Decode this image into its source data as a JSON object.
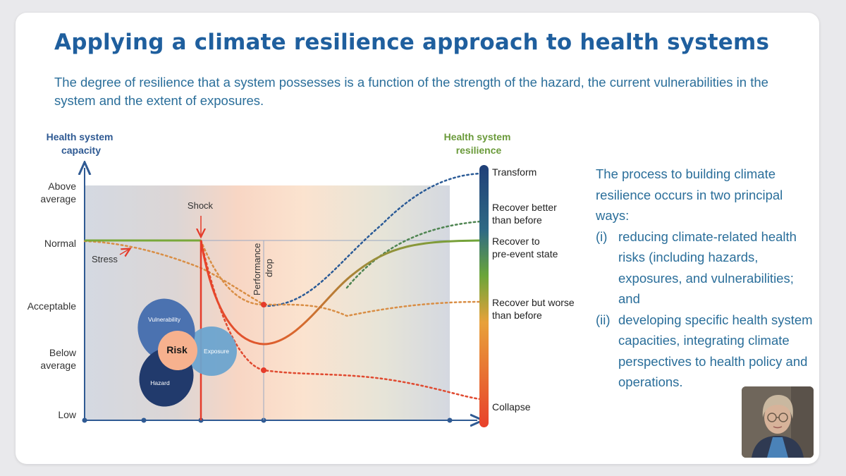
{
  "slide": {
    "title": "Applying a climate resilience approach to health systems",
    "subtitle": "The degree of resilience that a system possesses is a function of the strength of the hazard, the current vulnerabilities in the system and the extent of exposures."
  },
  "diagram": {
    "y_axis_title_line1": "Health system",
    "y_axis_title_line2": "capacity",
    "y_levels": [
      {
        "line1": "Above",
        "line2": "average"
      },
      {
        "line1": "Normal",
        "line2": ""
      },
      {
        "line1": "Acceptable",
        "line2": ""
      },
      {
        "line1": "Below",
        "line2": "average"
      },
      {
        "line1": "Low",
        "line2": ""
      }
    ],
    "resilience_title_line1": "Health system",
    "resilience_title_line2": "resilience",
    "outcomes": [
      {
        "line1": "Transform",
        "line2": ""
      },
      {
        "line1": "Recover better",
        "line2": "than before"
      },
      {
        "line1": "Recover to",
        "line2": "pre-event state"
      },
      {
        "line1": "Recover but worse",
        "line2": "than before"
      },
      {
        "line1": "Collapse",
        "line2": ""
      }
    ],
    "annotations": {
      "shock": "Shock",
      "stress": "Stress",
      "performance_drop_line1": "Performance",
      "performance_drop_line2": "drop"
    },
    "risk_venn": {
      "vulnerability": "Vulnerability",
      "exposure": "Exposure",
      "hazard": "Hazard",
      "risk": "Risk"
    },
    "colors": {
      "axis": "#2f5a93",
      "shock_line": "#e53b2a",
      "normal_line": "#79a83a",
      "transform_dots": "#2b5b97",
      "better_dots": "#4f8552",
      "worse_dots": "#d98e45",
      "collapse_dots": "#e04a30"
    }
  },
  "side_panel": {
    "intro": "The process to building climate resilience occurs in two principal ways:",
    "items": [
      {
        "num": "(i)",
        "text": "reducing climate-related health risks (including hazards, exposures, and vulnerabilities; and"
      },
      {
        "num": "(ii)",
        "text": "developing specific health system capacities, integrating climate perspectives to health policy and operations."
      }
    ]
  }
}
